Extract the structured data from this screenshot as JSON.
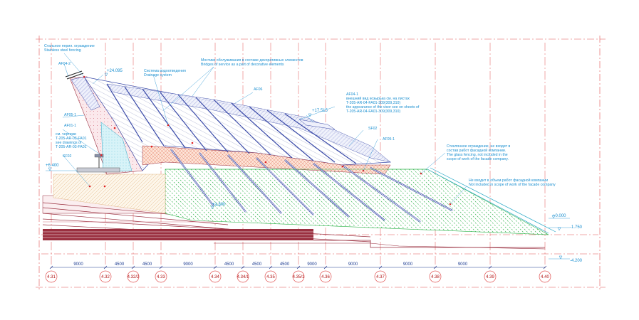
{
  "labels": {
    "steel_fence_ru": "Стальное перил. ограждение",
    "steel_fence_en": "Stainless steel fencing",
    "af04_2": "AF04-2",
    "elev_24095": "+24.095",
    "drainage_ru": "Система водоотведения",
    "drainage_en": "Drainage system",
    "bridges_ru": "Мостики обслуживания в составе декоративных элементов",
    "bridges_en": "Bridges of service as a part of decorative elements",
    "af06": "AF06",
    "af04_1": "AF04-1",
    "visor_ru1": "внешний вид козырька см. на листах",
    "visor_ru2": "T-205-AR-04-FA01-309(309,310)",
    "visor_en1": "the appearance of the visor see on sheets of",
    "visor_en2": "T-205-AR-04-FA01-309(309,310)",
    "elev_17515": "+17.515",
    "af05_1_left": "AF05-1",
    "af01_1": "AF01-1",
    "see_ru": "см. чертежи",
    "see_ru2": "T-205-AR-03-FA01",
    "see_en": "see drawings of",
    "see_en2": "T-205-AR-03-FA01",
    "sf02_left": "SF02",
    "elev_6400": "+6.400",
    "sf02_mid": "SF02",
    "af05_1_mid": "AF05-1",
    "glass_ru1": "Стеклянное ограждение, не входит в",
    "glass_ru2": "состав работ фасадной компании.",
    "glass_en1": "The glass fencing, not included in the",
    "glass_en2": "scope of work of the facade company.",
    "notin_ru": "Не входит в объем работ фасадной компании",
    "notin_en": "Not included in scope of work of the facade company",
    "elev_1800": "+1.800",
    "elev_0000": "+0.000",
    "elev_m1750": "-1.750",
    "elev_m4200": "-4.200"
  },
  "dimensions": [
    "9000",
    "4500",
    "4500",
    "9000",
    "4500",
    "4500",
    "4500",
    "9000",
    "9000",
    "9000",
    "9000"
  ],
  "axes": [
    "4.31",
    "4.32",
    "4.32/2",
    "4.33",
    "4.34",
    "4.34/1",
    "4.35",
    "4.35/1",
    "4.36",
    "4.37",
    "4.38",
    "4.39",
    "4.40"
  ],
  "colors": {
    "annotation": "#1a8fd0",
    "axis_line": "#e05050",
    "structure": "#9a3040",
    "green_fill": "#2fb34a",
    "blue_structure": "#3a4aa8"
  }
}
